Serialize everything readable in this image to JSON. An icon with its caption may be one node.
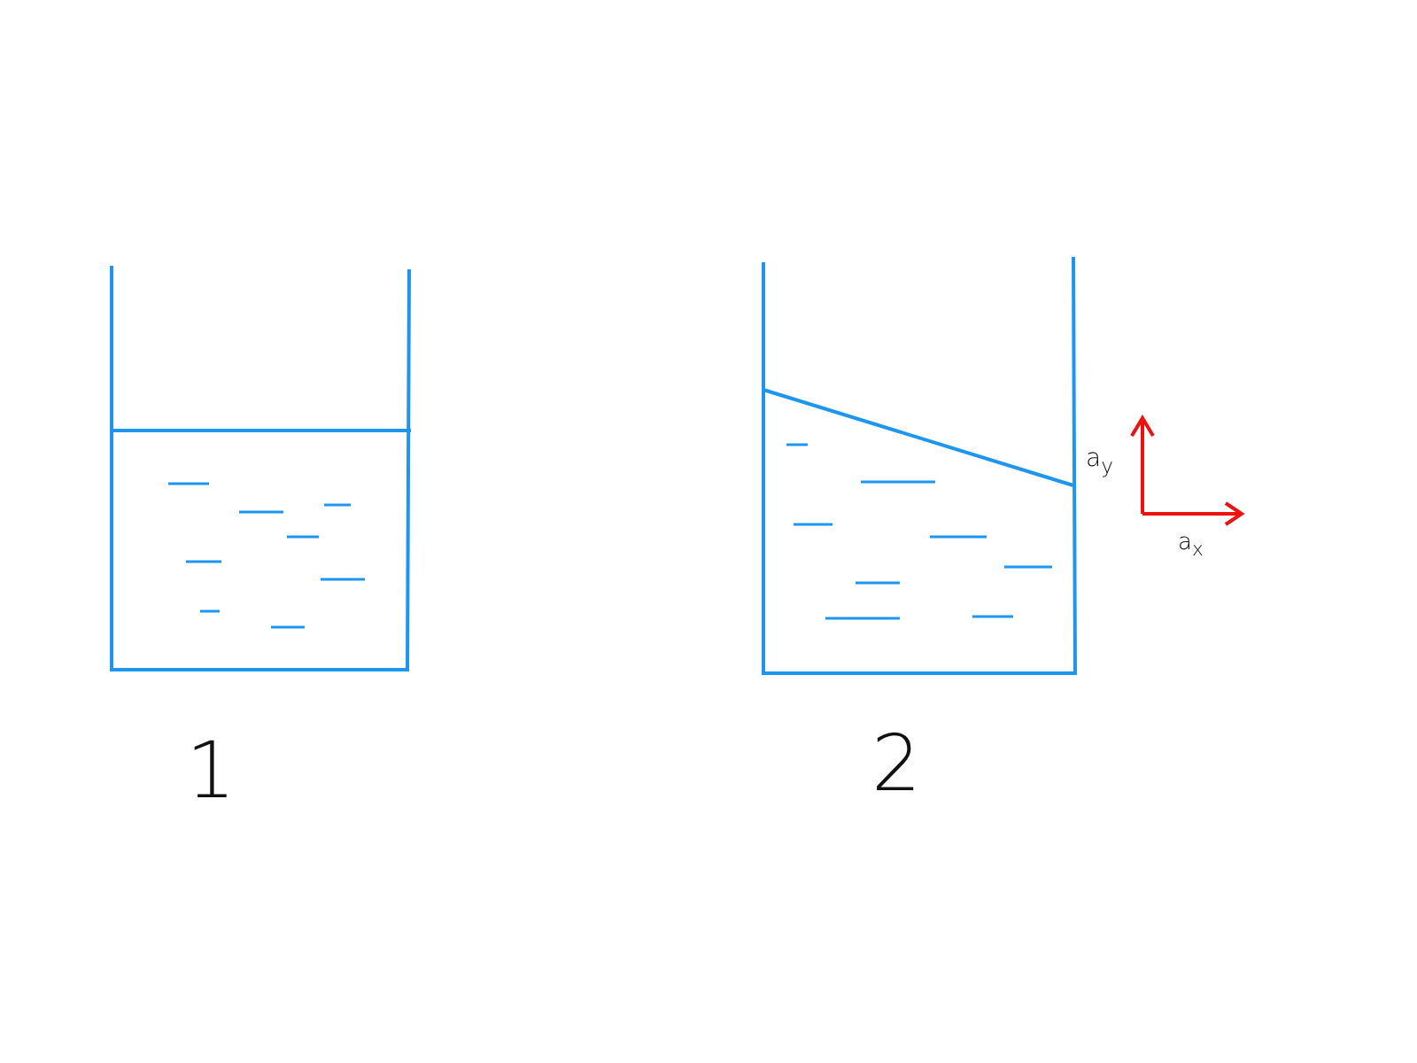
{
  "diagram": {
    "labels": [
      "1",
      "2",
      "a$_{y}$",
      "a$_{x}$"
    ]
  }
}
